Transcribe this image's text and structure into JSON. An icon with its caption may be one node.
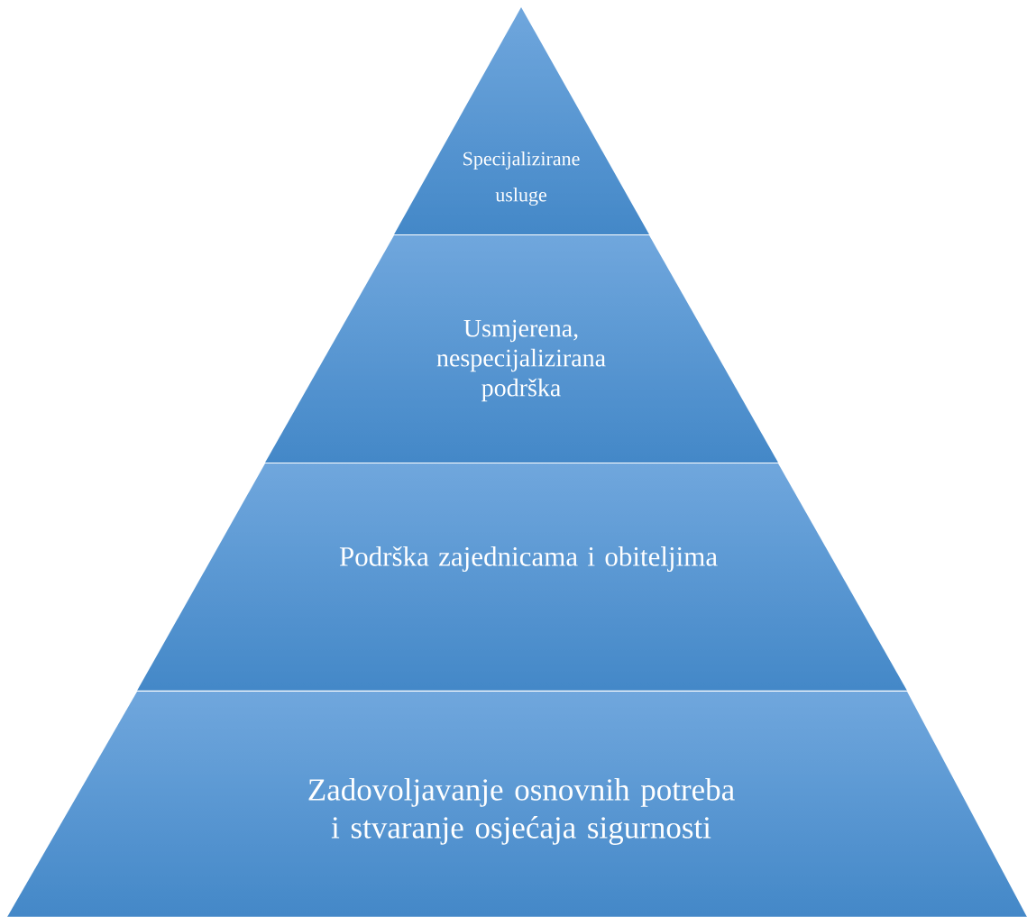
{
  "diagram": {
    "nodes": [
      {
        "text": [
          "Specijalizirane usluge"
        ]
      },
      {
        "text": [
          "Usmjerena, nespecijalizirana podrška"
        ]
      },
      {
        "text": [
          "Podrška zajednicama i obiteljima"
        ]
      },
      {
        "text": [
          "Zadovoljavanje osnovnih potreba i stvaranje osjećaja sigurnosti"
        ]
      }
    ]
  }
}
